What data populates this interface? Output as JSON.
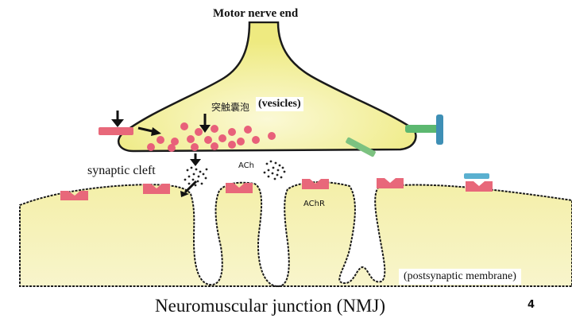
{
  "labels": {
    "nerve_end": "Motor nerve end",
    "vesicles_zh": "突触囊泡",
    "vesicles": "(vesicles)",
    "synaptic_cleft": "synaptic cleft",
    "ach": "ACh",
    "achr": "AChR",
    "postsynaptic": "(postsynaptic membrane)",
    "title": "Neuromuscular junction (NMJ)",
    "page_number": "4"
  },
  "colors": {
    "nerve_fill": "#f2ef91",
    "membrane_fill": "#f6f2b4",
    "outline": "#1a1a1a",
    "vesicle": "#e8607a",
    "receptor": "#e8687a",
    "channel_green": "#5cb870",
    "channel_blue": "#3e8fb5",
    "blocker_blue": "#5ab0d0"
  }
}
